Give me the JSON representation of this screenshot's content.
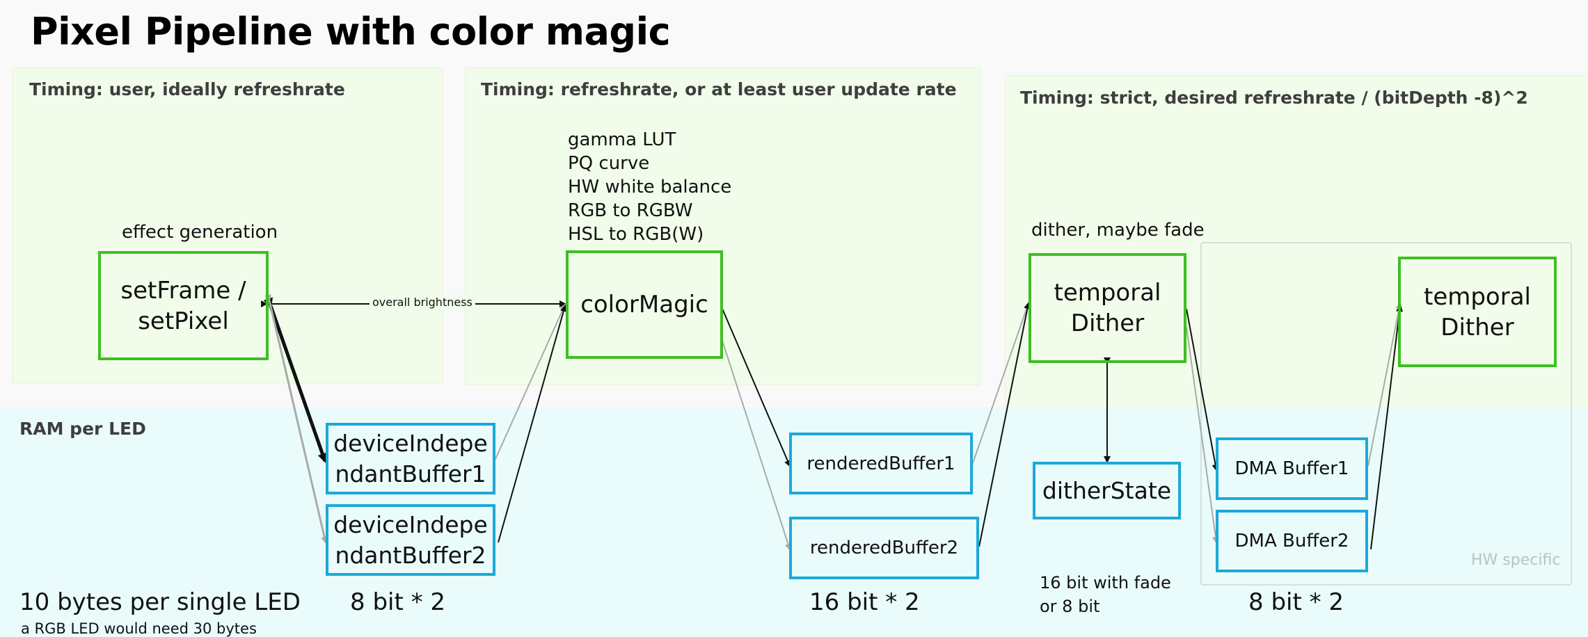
{
  "title": "Pixel Pipeline with color magic",
  "zones": {
    "user_timing": "Timing: user, ideally refreshrate",
    "refresh_timing": "Timing: refreshrate, or at least user update rate",
    "strict_timing": "Timing: strict, desired refreshrate / (bitDepth -8)^2",
    "ram": "RAM per LED",
    "hw": "HW specific"
  },
  "notes": {
    "effect": "effect generation",
    "color_ops": [
      "gamma LUT",
      "PQ curve",
      "HW white balance",
      "RGB to RGBW",
      "HSL to RGB(W)"
    ],
    "dither": "dither, maybe fade",
    "brightness": "overall brightness"
  },
  "nodes": {
    "setframe": "setFrame /\nsetPixel",
    "colormagic": "colorMagic",
    "temporal1": "temporal\nDither",
    "temporal2": "temporal\nDither",
    "dib1": "deviceIndepe\nndantBuffer1",
    "dib2": "deviceIndepe\nndantBuffer2",
    "rb1": "renderedBuffer1",
    "rb2": "renderedBuffer2",
    "ditherstate": "ditherState",
    "dma1": "DMA Buffer1",
    "dma2": "DMA Buffer2"
  },
  "memory": {
    "total": "10 bytes per single LED",
    "total_note": "a RGB LED would need 30 bytes",
    "dib": "8 bit * 2",
    "rendered": "16 bit * 2",
    "dither": "16 bit  with fade\nor 8 bit",
    "dma": "8 bit * 2"
  },
  "colors": {
    "process_border": "#3dbf23",
    "buffer_border": "#1da8d8",
    "timing_bg": "#f1fdea",
    "ram_bg": "#e9fcfb"
  }
}
